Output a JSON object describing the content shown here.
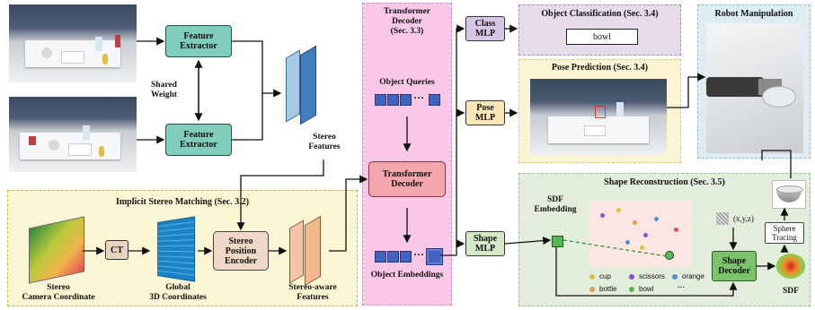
{
  "inputs": {
    "shared_weight": "Shared\nWeight"
  },
  "feature_extractor": {
    "top_label": "Feature\nExtractor",
    "bottom_label": "Feature\nExtractor"
  },
  "stereo_features_label": "Stereo\nFeatures",
  "implicit_stereo": {
    "title": "Implicit Stereo Matching (Sec. 3.2)",
    "camera_coord_label": "Stereo\nCamera Coordinate",
    "ct_label": "CT",
    "global_label": "Global\n3D Coordinates",
    "encoder_label": "Stereo\nPosition\nEncoder",
    "aware_label": "Stereo-aware\nFeatures"
  },
  "transformer": {
    "region_title": "Transformer\nDecoder\n(Sec. 3.3)",
    "queries_label": "Object Queries",
    "decoder_label": "Transformer\nDecoder",
    "embeddings_label": "Object Embeddings",
    "ellipsis": "···"
  },
  "mlps": {
    "class": "Class\nMLP",
    "pose": "Pose\nMLP",
    "shape": "Shape\nMLP"
  },
  "classification": {
    "title": "Object Classification (Sec. 3.4)",
    "result": "bowl"
  },
  "pose": {
    "title": "Pose Prediction (Sec. 3.4)"
  },
  "robot": {
    "title": "Robot Manipulation"
  },
  "shape": {
    "title": "Shape Reconstruction  (Sec. 3.5)",
    "sdf_embedding": "SDF\nEmbedding",
    "xyz": "(x,y,z)",
    "shape_decoder": "Shape\nDecoder",
    "sphere_tracing": "Sphere\nTracing",
    "sdf": "SDF",
    "legend": [
      {
        "label": "cup",
        "color": "#e0c040"
      },
      {
        "label": "scissors",
        "color": "#8a52c8"
      },
      {
        "label": "orange",
        "color": "#5a8fd0"
      },
      {
        "label": "bottle",
        "color": "#e0a050"
      },
      {
        "label": "bowl",
        "color": "#58b858"
      },
      {
        "label": "···",
        "color": ""
      }
    ]
  }
}
